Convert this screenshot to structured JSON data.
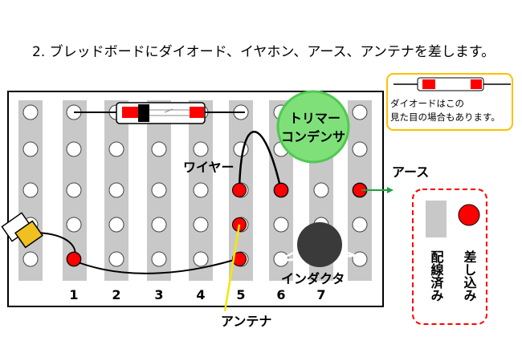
{
  "title": "2. ブレッドボードにダイオード、イヤホン、アース、アンテナを差します。",
  "labels": {
    "trimmer_line1": "トリマー",
    "trimmer_line2": "コンデンサ",
    "wire": "ワイヤー",
    "earth": "アース",
    "inductor": "インダクタ",
    "antenna": "アンテナ"
  },
  "columns": [
    "1",
    "2",
    "3",
    "4",
    "5",
    "6",
    "7"
  ],
  "note": {
    "line1": "ダイオードはこの",
    "line2": "見た目の場合もあります。"
  },
  "legend": {
    "wired": "配線済み",
    "inserted": "差し込み"
  },
  "colors": {
    "rail": "#c8c8c8",
    "pin": "#ff0000",
    "trimmer": "#7fe07a",
    "trimmer_ring": "#50c850",
    "inductor": "#3a3a3a",
    "earphone": "#f0c020",
    "note_border": "#ffc000",
    "legend_border": "#ff0000",
    "earth_arrow": "#20a040",
    "antenna_line": "#f5e800"
  }
}
